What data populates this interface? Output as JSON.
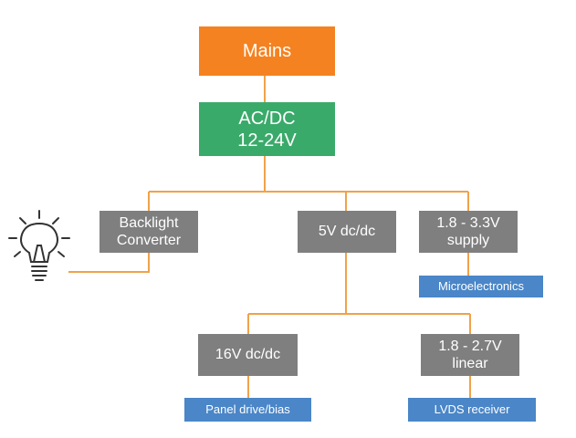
{
  "colors": {
    "mains": "#f58220",
    "acdc": "#3aaa6a",
    "converter": "#7f7f7f",
    "load": "#4a86c8",
    "wire": "#f0a24a",
    "lightbulb": "#333333"
  },
  "nodes": {
    "mains": {
      "label": "Mains"
    },
    "acdc": {
      "line1": "AC/DC",
      "line2": "12-24V"
    },
    "backlight": {
      "line1": "Backlight",
      "line2": "Converter"
    },
    "five_v": {
      "label": "5V dc/dc"
    },
    "supply_33": {
      "line1": "1.8 - 3.3V",
      "line2": "supply"
    },
    "microelectronics": {
      "label": "Microelectronics"
    },
    "sixteen_v": {
      "label": "16V dc/dc"
    },
    "linear_27": {
      "line1": "1.8 - 2.7V",
      "line2": "linear"
    },
    "panel_drive": {
      "label": "Panel drive/bias"
    },
    "lvds": {
      "label": "LVDS receiver"
    }
  },
  "icons": {
    "lightbulb": "lightbulb-icon"
  }
}
